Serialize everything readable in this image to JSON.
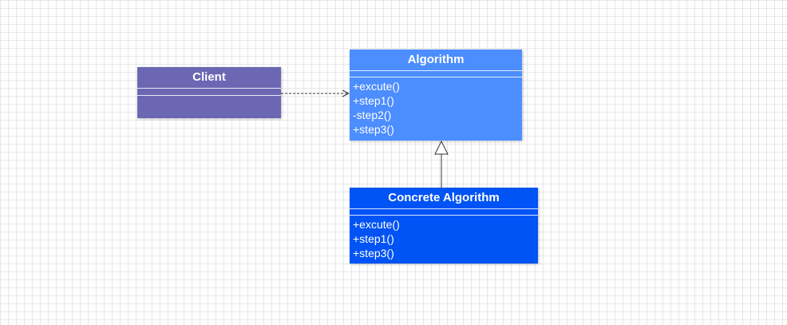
{
  "colors": {
    "client_fill": "#6b67b3",
    "algorithm_fill": "#4c8dff",
    "concrete_fill": "#0053f5",
    "line_color": "#333333"
  },
  "classes": {
    "client": {
      "name": "Client",
      "methods": []
    },
    "algorithm": {
      "name": "Algorithm",
      "methods": [
        "+excute()",
        "+step1()",
        "-step2()",
        "+step3()"
      ]
    },
    "concrete": {
      "name": "Concrete Algorithm",
      "methods": [
        "+excute()",
        "+step1()",
        "+step3()"
      ]
    }
  },
  "relations": [
    {
      "type": "dependency",
      "from": "Client",
      "to": "Algorithm"
    },
    {
      "type": "generalization",
      "from": "Concrete Algorithm",
      "to": "Algorithm"
    }
  ]
}
